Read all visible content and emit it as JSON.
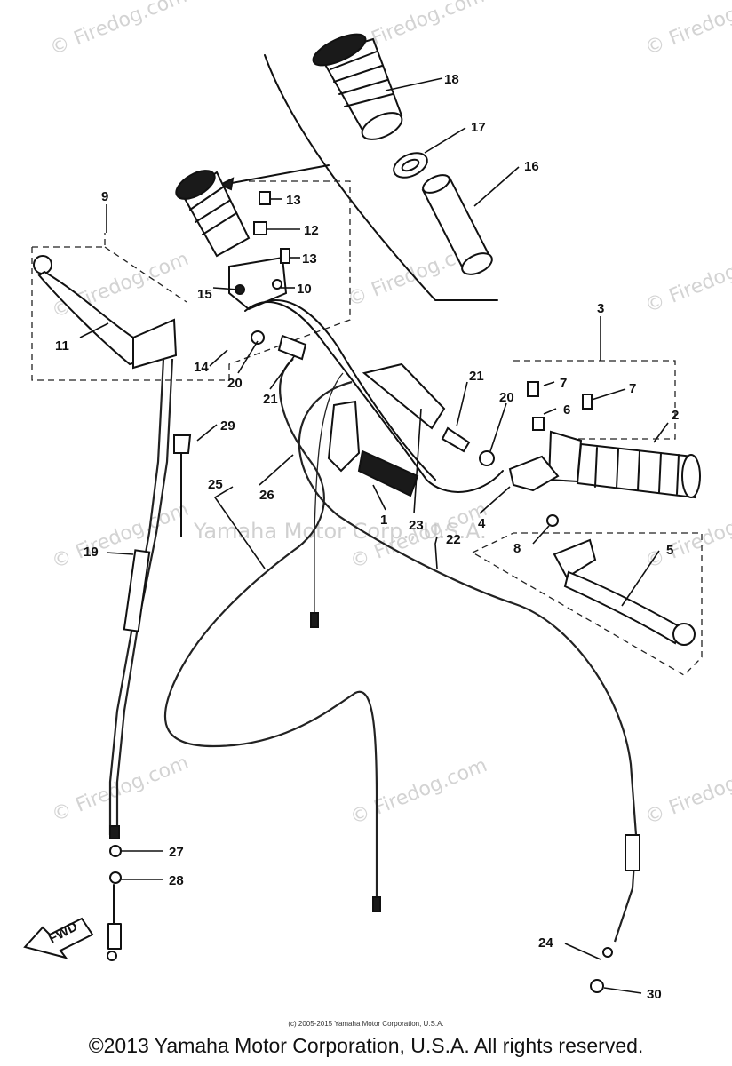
{
  "watermarks": {
    "site": "© Firedog.com",
    "site_short": "Firedog.com",
    "center": "Yamaha Motor Corp., U.S.A."
  },
  "callouts": {
    "c1": "1",
    "c2": "2",
    "c3": "3",
    "c4": "4",
    "c5": "5",
    "c6": "6",
    "c7a": "7",
    "c7b": "7",
    "c8": "8",
    "c9": "9",
    "c10": "10",
    "c11": "11",
    "c12": "12",
    "c13a": "13",
    "c13b": "13",
    "c14": "14",
    "c15": "15",
    "c16": "16",
    "c17": "17",
    "c18": "18",
    "c19": "19",
    "c20a": "20",
    "c20b": "20",
    "c21a": "21",
    "c21b": "21",
    "c22": "22",
    "c23": "23",
    "c24": "24",
    "c25": "25",
    "c26": "26",
    "c27": "27",
    "c28": "28",
    "c29": "29",
    "c30": "30"
  },
  "fwd_label": "FWD",
  "footer": {
    "small_copyright": "(c) 2005-2015 Yamaha Motor Corporation, U.S.A.",
    "main_copyright": "©2013 Yamaha Motor Corporation, U.S.A. All rights reserved."
  },
  "colors": {
    "ink": "#111111",
    "watermark": "#c9c9c9",
    "background": "#ffffff"
  }
}
